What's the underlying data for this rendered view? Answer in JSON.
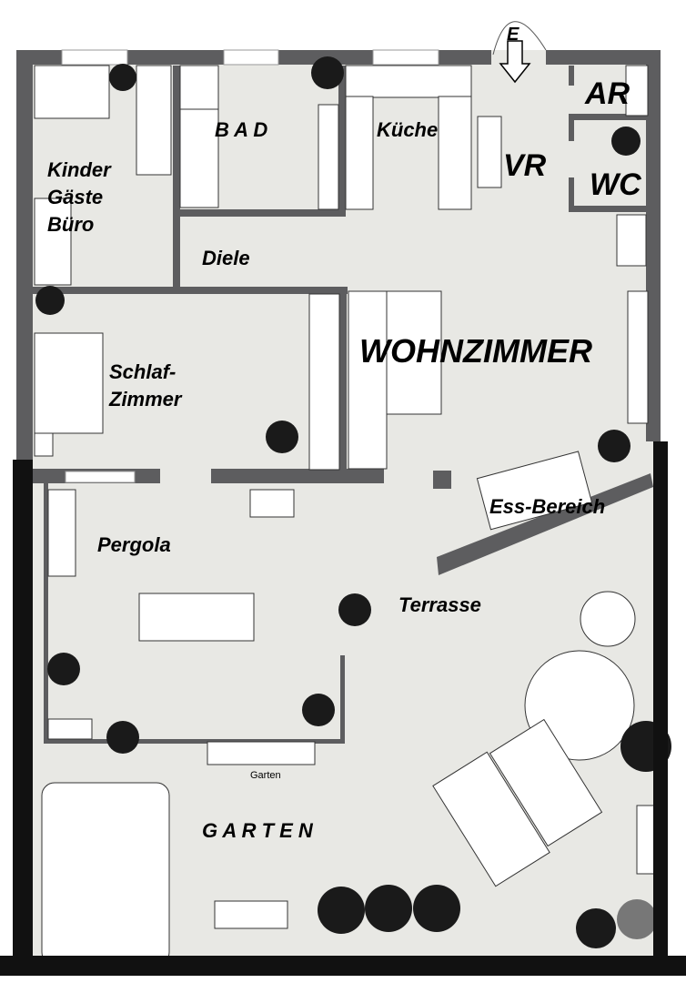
{
  "plan": {
    "colors": {
      "floor": "#e8e8e4",
      "wall": "#5d5d5f",
      "furniture": "#ffffff",
      "outline": "#333333",
      "text": "#000000",
      "plants": "#1a1a1a"
    },
    "entrance_marker": "E",
    "rooms": {
      "kinder": {
        "line1": "Kinder",
        "line2": "Gäste",
        "line3": "Büro"
      },
      "bad": "B A D",
      "kueche": "Küche",
      "vr": "VR",
      "ar": "AR",
      "wc": "WC",
      "diele": "Diele",
      "schlaf": {
        "line1": "Schlaf-",
        "line2": "Zimmer"
      },
      "wohnzimmer": "WOHNZIMMER",
      "essbereich": "Ess-Bereich",
      "pergola": "Pergola",
      "terrasse": "Terrasse",
      "garten": "G A R T E N",
      "garten_door": "Garten"
    }
  }
}
